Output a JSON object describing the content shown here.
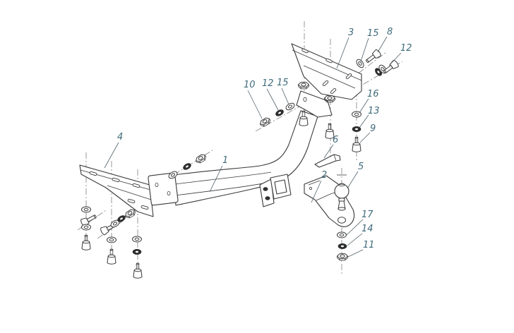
{
  "diagram": {
    "description": "Exploded-view technical line drawing of a trailer tow hitch assembly with numbered part callouts",
    "background_color": "#ffffff",
    "line_color": "#3a3a3a",
    "label_color": "#3f6b7a",
    "callouts": {
      "c1": {
        "text": "1",
        "part": "main crossbeam"
      },
      "c2": {
        "text": "2",
        "part": "ball mount arm"
      },
      "c3": {
        "text": "3",
        "part": "upper mounting bracket"
      },
      "c4": {
        "text": "4",
        "part": "left mounting bracket"
      },
      "c5": {
        "text": "5",
        "part": "tow ball"
      },
      "c6": {
        "text": "6",
        "part": "pin"
      },
      "c8": {
        "text": "8",
        "part": "bolt"
      },
      "c9": {
        "text": "9",
        "part": "bolt"
      },
      "c10": {
        "text": "10",
        "part": "nut"
      },
      "c11": {
        "text": "11",
        "part": "nut"
      },
      "c12": {
        "text": "12",
        "part": "spring washer",
        "instances": 2
      },
      "c13": {
        "text": "13",
        "part": "spring washer"
      },
      "c14": {
        "text": "14",
        "part": "spring washer"
      },
      "c15": {
        "text": "15",
        "part": "flat washer",
        "instances": 2
      },
      "c16": {
        "text": "16",
        "part": "flat washer"
      },
      "c17": {
        "text": "17",
        "part": "flat washer"
      }
    }
  }
}
